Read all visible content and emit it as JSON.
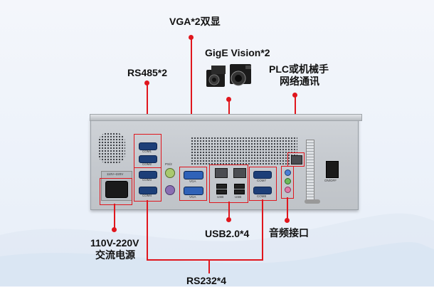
{
  "labels": {
    "vga": "VGA*2双显",
    "gige": "GigE Vision*2",
    "rs485": "RS485*2",
    "plc_line1": "PLC或机械手",
    "plc_line2": "网络通讯",
    "power_line1": "110V-220V",
    "power_line2": "交流电源",
    "usb": "USB2.0*4",
    "audio": "音频接口",
    "rs232": "RS232*4"
  },
  "panel_text": {
    "com1": "COM1",
    "com2": "COM2",
    "com3": "COM3",
    "com4": "COM4",
    "com7": "COM7",
    "com8": "COM8",
    "vga": "VGA",
    "usb": "USB",
    "onoff": "ON/OFF",
    "voltage": "110V~220V",
    "ps2": "PS/2"
  },
  "colors": {
    "accent": "#e0161d"
  }
}
